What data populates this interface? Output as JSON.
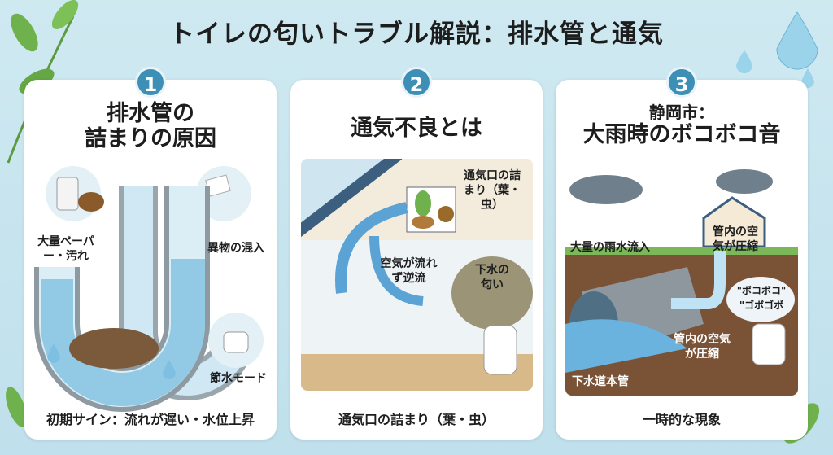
{
  "title": "トイレの匂いトラブル解説：排水管と通気",
  "cards": [
    {
      "number": "1",
      "title_line1": "排水管の",
      "title_line2": "詰まりの原因",
      "labels": [
        "大量ペーパー・汚れ",
        "異物の混入",
        "節水モード"
      ],
      "caption": "初期サイン：流れが遅い・水位上昇"
    },
    {
      "number": "2",
      "title": "通気不良とは",
      "labels": [
        "通気口の詰まり（葉・虫）",
        "空気が流れず逆流",
        "下水の匂い"
      ],
      "caption": "通気口の詰まり（葉・虫）"
    },
    {
      "number": "3",
      "title_line1": "静岡市：",
      "title_line2": "大雨時のボコボコ音",
      "labels": [
        "大量の雨水流入",
        "管内の空気が圧縮",
        "\"ボコボコ\" \"ゴボゴボ",
        "管内の空気が圧縮",
        "下水道本管"
      ],
      "caption": "一時的な現象"
    }
  ],
  "colors": {
    "accent": "#3d8fb5",
    "background": "#cfe9f1"
  }
}
